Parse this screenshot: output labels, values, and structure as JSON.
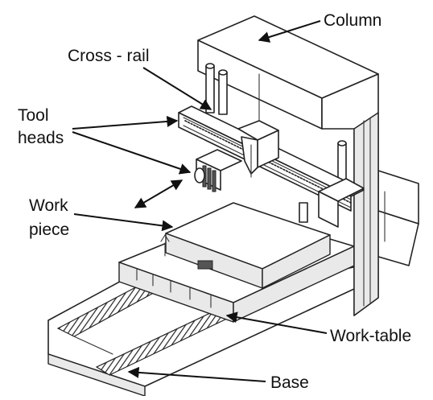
{
  "labels": {
    "column": "Column",
    "cross_rail": "Cross - rail",
    "tool_heads_line1": "Tool",
    "tool_heads_line2": "heads",
    "work_piece_line1": "Work",
    "work_piece_line2": "piece",
    "work_table": "Work-table",
    "base": "Base"
  }
}
